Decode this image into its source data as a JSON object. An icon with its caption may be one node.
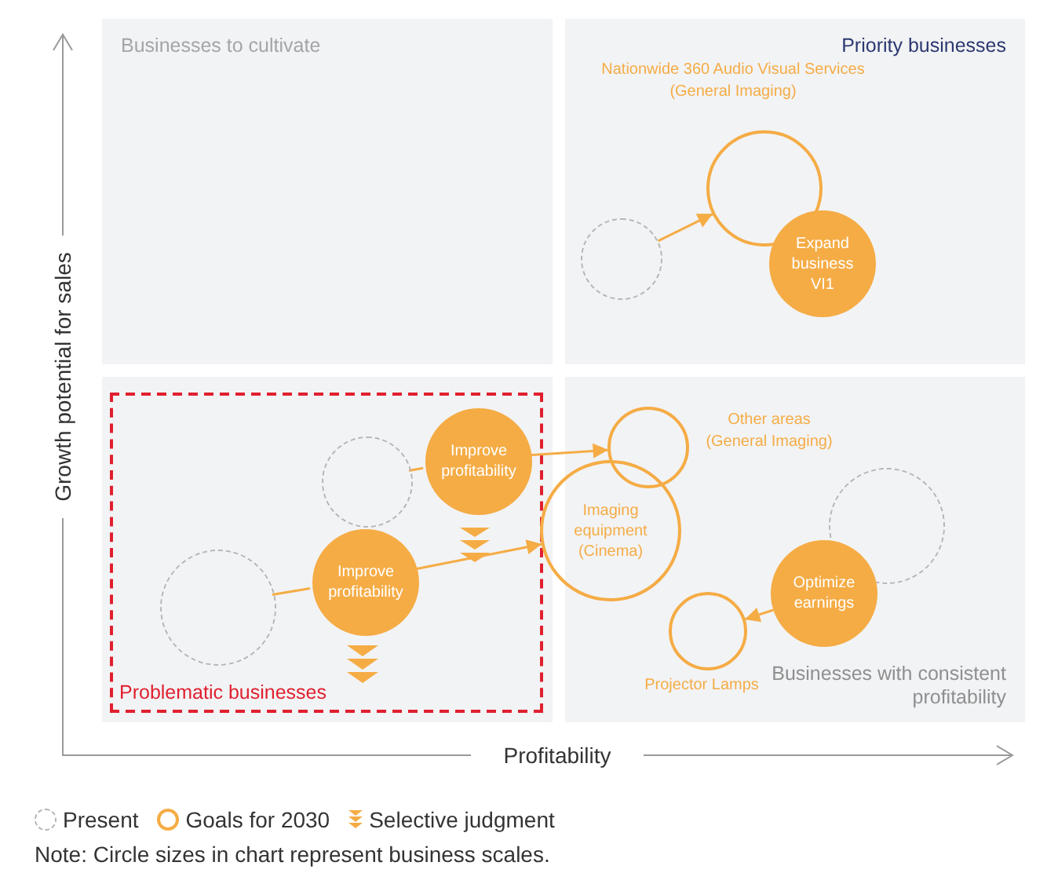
{
  "diagram": {
    "nodes": [
      {
        "text": [
          "Businesses to cultivate"
        ]
      },
      {
        "text": [
          "Priority businesses"
        ]
      },
      {
        "text": [],
        "shape": "box"
      },
      {
        "text": [
          "Businesses with consistent profitability"
        ]
      },
      {
        "text": [
          "Problematic businesses"
        ],
        "in": 2
      },
      {
        "text": [],
        "shape": "circle",
        "in": 1
      },
      {
        "text": [
          "Nationwide 360 Audio Visual Services (General Imaging)"
        ],
        "in": 1
      },
      {
        "text": [
          "Expand business VI1"
        ],
        "in": 1
      },
      {
        "text": [],
        "shape": "circle",
        "in": 4
      },
      {
        "text": [],
        "shape": "circle",
        "in": 4
      },
      {
        "text": [
          "Improve profitability"
        ],
        "in": 4
      },
      {
        "text": [
          "Improve profitability"
        ],
        "in": 4
      },
      {
        "text": [
          "Other areas (General Imaging)"
        ],
        "in": 3
      },
      {
        "text": [
          "Imaging equipment (Cinema)"
        ]
      },
      {
        "text": [],
        "shape": "circle",
        "in": 3
      },
      {
        "text": [
          "Optimize earnings"
        ],
        "in": 3
      },
      {
        "text": [
          "Projector Lamps"
        ],
        "in": 3
      }
    ],
    "edges": [
      {
        "from": 5,
        "to": 6,
        "arrow": "to"
      },
      {
        "from": 8,
        "to": 11,
        "arrow": "none"
      },
      {
        "from": 11,
        "to": 13,
        "arrow": "to"
      },
      {
        "from": 9,
        "to": 10,
        "arrow": "none"
      },
      {
        "from": 10,
        "to": 12,
        "arrow": "to"
      },
      {
        "from": 14,
        "to": 15,
        "arrow": "none"
      },
      {
        "from": 15,
        "to": 16,
        "arrow": "to"
      }
    ],
    "labels": [
      "Growth potential for sales",
      "Profitability",
      "Note: Circle sizes in chart represent business scales."
    ],
    "legend": [
      {
        "text": "Present"
      },
      {
        "text": "Goals for 2030"
      },
      {
        "text": "Selective judgment"
      }
    ]
  }
}
